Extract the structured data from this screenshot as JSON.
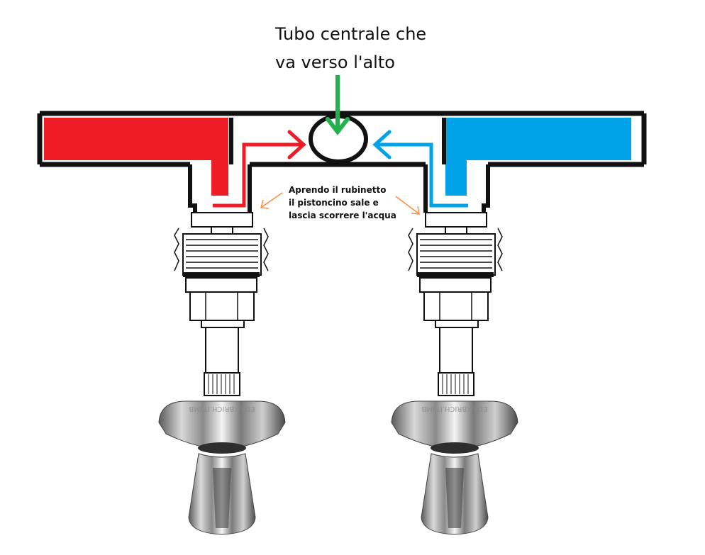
{
  "title_lines": [
    "Tubo centrale che",
    "va verso l'alto"
  ],
  "note_lines": [
    "Aprendo il rubinetto",
    "il pistoncino sale e",
    "lascia scorrere l'acqua"
  ],
  "colors": {
    "hot": "#ee1c25",
    "cold": "#00a2e8",
    "center_arrow": "#22b14c",
    "note_arrow": "#ff8c3a",
    "outline": "#111111"
  },
  "watermark": "EDILXBRICH.IT.IMB"
}
